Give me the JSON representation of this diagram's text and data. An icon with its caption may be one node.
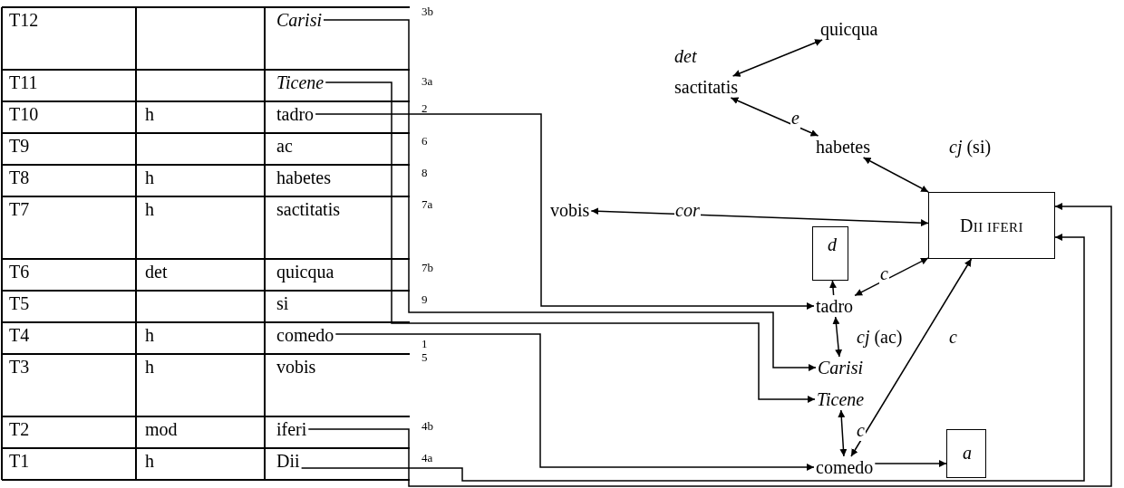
{
  "diagram": {
    "nodes": [
      {
        "text": [
          "Carisi"
        ]
      },
      {
        "text": [
          "Ticene"
        ]
      },
      {
        "text": [
          "tadro"
        ]
      },
      {
        "text": [
          "ac"
        ]
      },
      {
        "text": [
          "habetes"
        ]
      },
      {
        "text": [
          "sactitatis"
        ]
      },
      {
        "text": [
          "quicqua"
        ]
      },
      {
        "text": [
          "si"
        ]
      },
      {
        "text": [
          "comedo"
        ]
      },
      {
        "text": [
          "vobis"
        ]
      },
      {
        "text": [
          "iferi"
        ]
      },
      {
        "text": [
          "Dii"
        ]
      },
      {
        "text": [
          "quicqua"
        ]
      },
      {
        "text": [
          "sactitatis"
        ]
      },
      {
        "text": [
          "habetes"
        ]
      },
      {
        "text": [
          "vobis"
        ]
      },
      {
        "text": [
          "DII IFERI"
        ]
      },
      {
        "text": [
          "d"
        ]
      },
      {
        "text": [
          "tadro"
        ]
      },
      {
        "text": [
          "Carisi"
        ]
      },
      {
        "text": [
          "Ticene"
        ]
      },
      {
        "text": [
          "comedo"
        ]
      },
      {
        "text": [
          "a"
        ]
      }
    ],
    "edges": [
      {
        "from": 0,
        "to": 19,
        "arrow": "to"
      },
      {
        "from": 1,
        "to": 20,
        "arrow": "to"
      },
      {
        "from": 2,
        "to": 18,
        "arrow": "to"
      },
      {
        "from": 8,
        "to": 21,
        "arrow": "to"
      },
      {
        "from": 11,
        "to": 16,
        "arrow": "to"
      },
      {
        "from": 10,
        "to": 16,
        "arrow": "to"
      },
      {
        "from": 12,
        "to": 13,
        "arrow": "both",
        "label": "det"
      },
      {
        "from": 13,
        "to": 14,
        "arrow": "both",
        "label": "e"
      },
      {
        "from": 14,
        "to": 16,
        "arrow": "both",
        "label": "*cj* (si)"
      },
      {
        "from": 15,
        "to": 16,
        "arrow": "both",
        "label": "cor"
      },
      {
        "from": 18,
        "to": 16,
        "arrow": "both",
        "label": "c"
      },
      {
        "from": 18,
        "to": 17,
        "arrow": "to"
      },
      {
        "from": 18,
        "to": 19,
        "arrow": "both",
        "label": "*cj* (ac)"
      },
      {
        "from": 20,
        "to": 21,
        "arrow": "both",
        "label": "c"
      },
      {
        "from": 21,
        "to": 16,
        "arrow": "both",
        "label": "c"
      },
      {
        "from": 21,
        "to": 22,
        "arrow": "to"
      }
    ],
    "labels": [
      "T12",
      "T11",
      "T10",
      "h",
      "T9",
      "T8",
      "h",
      "T7",
      "h",
      "T6",
      "det",
      "T5",
      "T4",
      "h",
      "T3",
      "h",
      "T2",
      "mod",
      "T1",
      "h",
      "3b",
      "3a",
      "2",
      "6",
      "8",
      "7a",
      "7b",
      "9",
      "1",
      "5",
      "4b",
      "4a"
    ]
  }
}
